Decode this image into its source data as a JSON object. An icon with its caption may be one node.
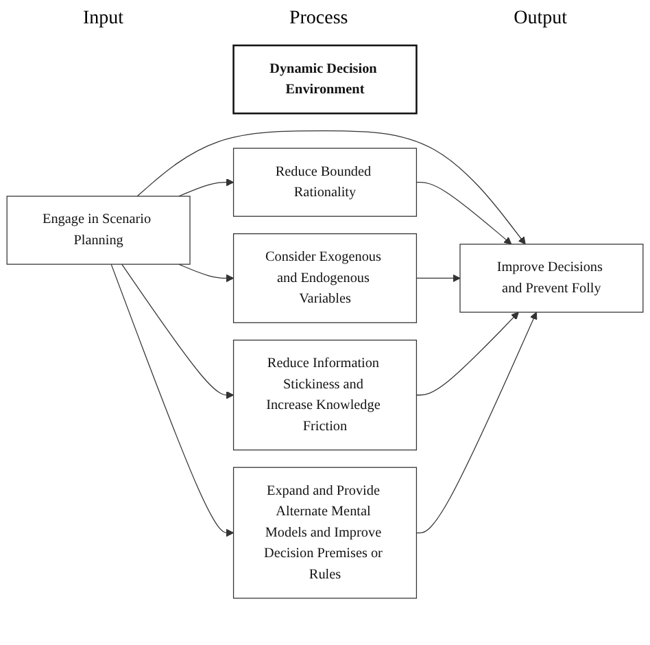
{
  "diagram": {
    "nodes": [
      {
        "text": [
          "Engage in Scenario Planning"
        ]
      },
      {
        "text": [
          "Dynamic Decision Environment"
        ]
      },
      {
        "text": [
          "Reduce Bounded Rationality"
        ]
      },
      {
        "text": [
          "Consider Exogenous and Endogenous Variables"
        ]
      },
      {
        "text": [
          "Reduce Information Stickiness and Increase Knowledge Friction"
        ]
      },
      {
        "text": [
          "Expand and Provide Alternate Mental Models and Improve Decision Premises or Rules"
        ]
      },
      {
        "text": [
          "Improve Decisions and Prevent Folly"
        ]
      }
    ],
    "edges": [
      {
        "from": 0,
        "to": 2,
        "arrow": "to"
      },
      {
        "from": 0,
        "to": 3,
        "arrow": "to"
      },
      {
        "from": 0,
        "to": 4,
        "arrow": "to"
      },
      {
        "from": 0,
        "to": 5,
        "arrow": "to"
      },
      {
        "from": 0,
        "to": 6,
        "arrow": "to"
      },
      {
        "from": 2,
        "to": 6,
        "arrow": "to"
      },
      {
        "from": 3,
        "to": 6,
        "arrow": "to"
      },
      {
        "from": 4,
        "to": 6,
        "arrow": "to"
      },
      {
        "from": 5,
        "to": 6,
        "arrow": "to"
      }
    ],
    "labels": [
      "Input",
      "Process",
      "Output"
    ]
  }
}
